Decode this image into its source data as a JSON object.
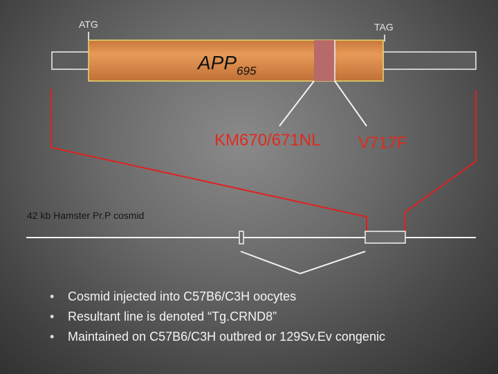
{
  "labels": {
    "start_codon": "ATG",
    "stop_codon": "TAG",
    "gene_name": "APP",
    "gene_isoform": "695",
    "mutation_swedish": "KM670/671NL",
    "mutation_indiana": "V717F",
    "cosmid": "42 kb Hamster Pr.P cosmid"
  },
  "colors": {
    "gene_body": "#d88c4a",
    "gene_border": "#e8d870",
    "mutation_band": "#b86a6a",
    "mutation_text": "#e02a1e",
    "red_lines": "#e02020"
  },
  "bullets": [
    "Cosmid injected into C57B6/C3H oocytes",
    "Resultant line is denoted “Tg.CRND8”",
    "Maintained on C57B6/C3H outbred or 129Sv.Ev congenic"
  ]
}
